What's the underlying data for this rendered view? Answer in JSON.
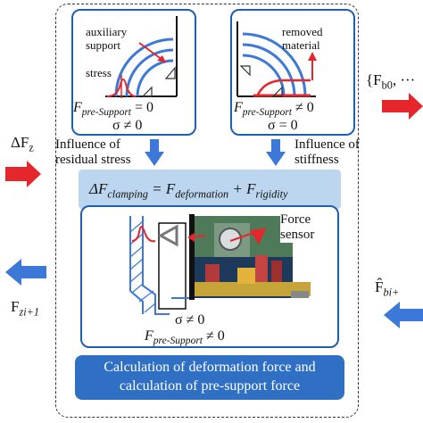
{
  "left_side": {
    "delta_fz": "ΔF",
    "delta_fz_sub": "z",
    "fz_next": "F",
    "fz_next_sub": "zi+1"
  },
  "right_side": {
    "fb_set_prefix": "{F",
    "fb_set_sub": "b0",
    "fb_set_suffix": ", ···",
    "fb_hat": "F̂",
    "fb_hat_sub": "bi+"
  },
  "panel_left": {
    "aux_label_line1": "auxiliary",
    "aux_label_line2": "support",
    "stress_label": "stress",
    "equation_lhs": "F",
    "equation_sub": "pre-Support",
    "equation_rhs": " = 0",
    "sigma": "σ ≠ 0"
  },
  "panel_right": {
    "removed_line1": "removed",
    "removed_line2": "material",
    "equation_lhs": "F",
    "equation_sub": "pre-Support",
    "equation_rhs": " ≠ 0",
    "sigma": "σ = 0"
  },
  "influence_left": {
    "line1": "Influence of",
    "line2": "residual stress"
  },
  "influence_right": {
    "line1": "Influence of",
    "line2": "stiffness"
  },
  "formula": {
    "delta": "ΔF",
    "sub1": "clamping",
    "eq": " = F",
    "sub2": "deformation",
    "plus": " + F",
    "sub3": "rigidity"
  },
  "panel_bottom": {
    "force_line1": "Force",
    "force_line2": "sensor",
    "sigma": "σ ≠ 0",
    "equation_lhs": "F",
    "equation_sub": "pre-Support",
    "equation_rhs": " ≠ 0"
  },
  "bottom_box": {
    "line1": "Calculation of deformation force and",
    "line2": "calculation of pre-support force"
  },
  "colors": {
    "blue_arrow": "#3b78d8",
    "red_arrow": "#e5262b",
    "panel_border": "#1e5fb0",
    "formula_bg": "#bcd6ef",
    "bottom_box_bg": "#2f6fc4"
  }
}
